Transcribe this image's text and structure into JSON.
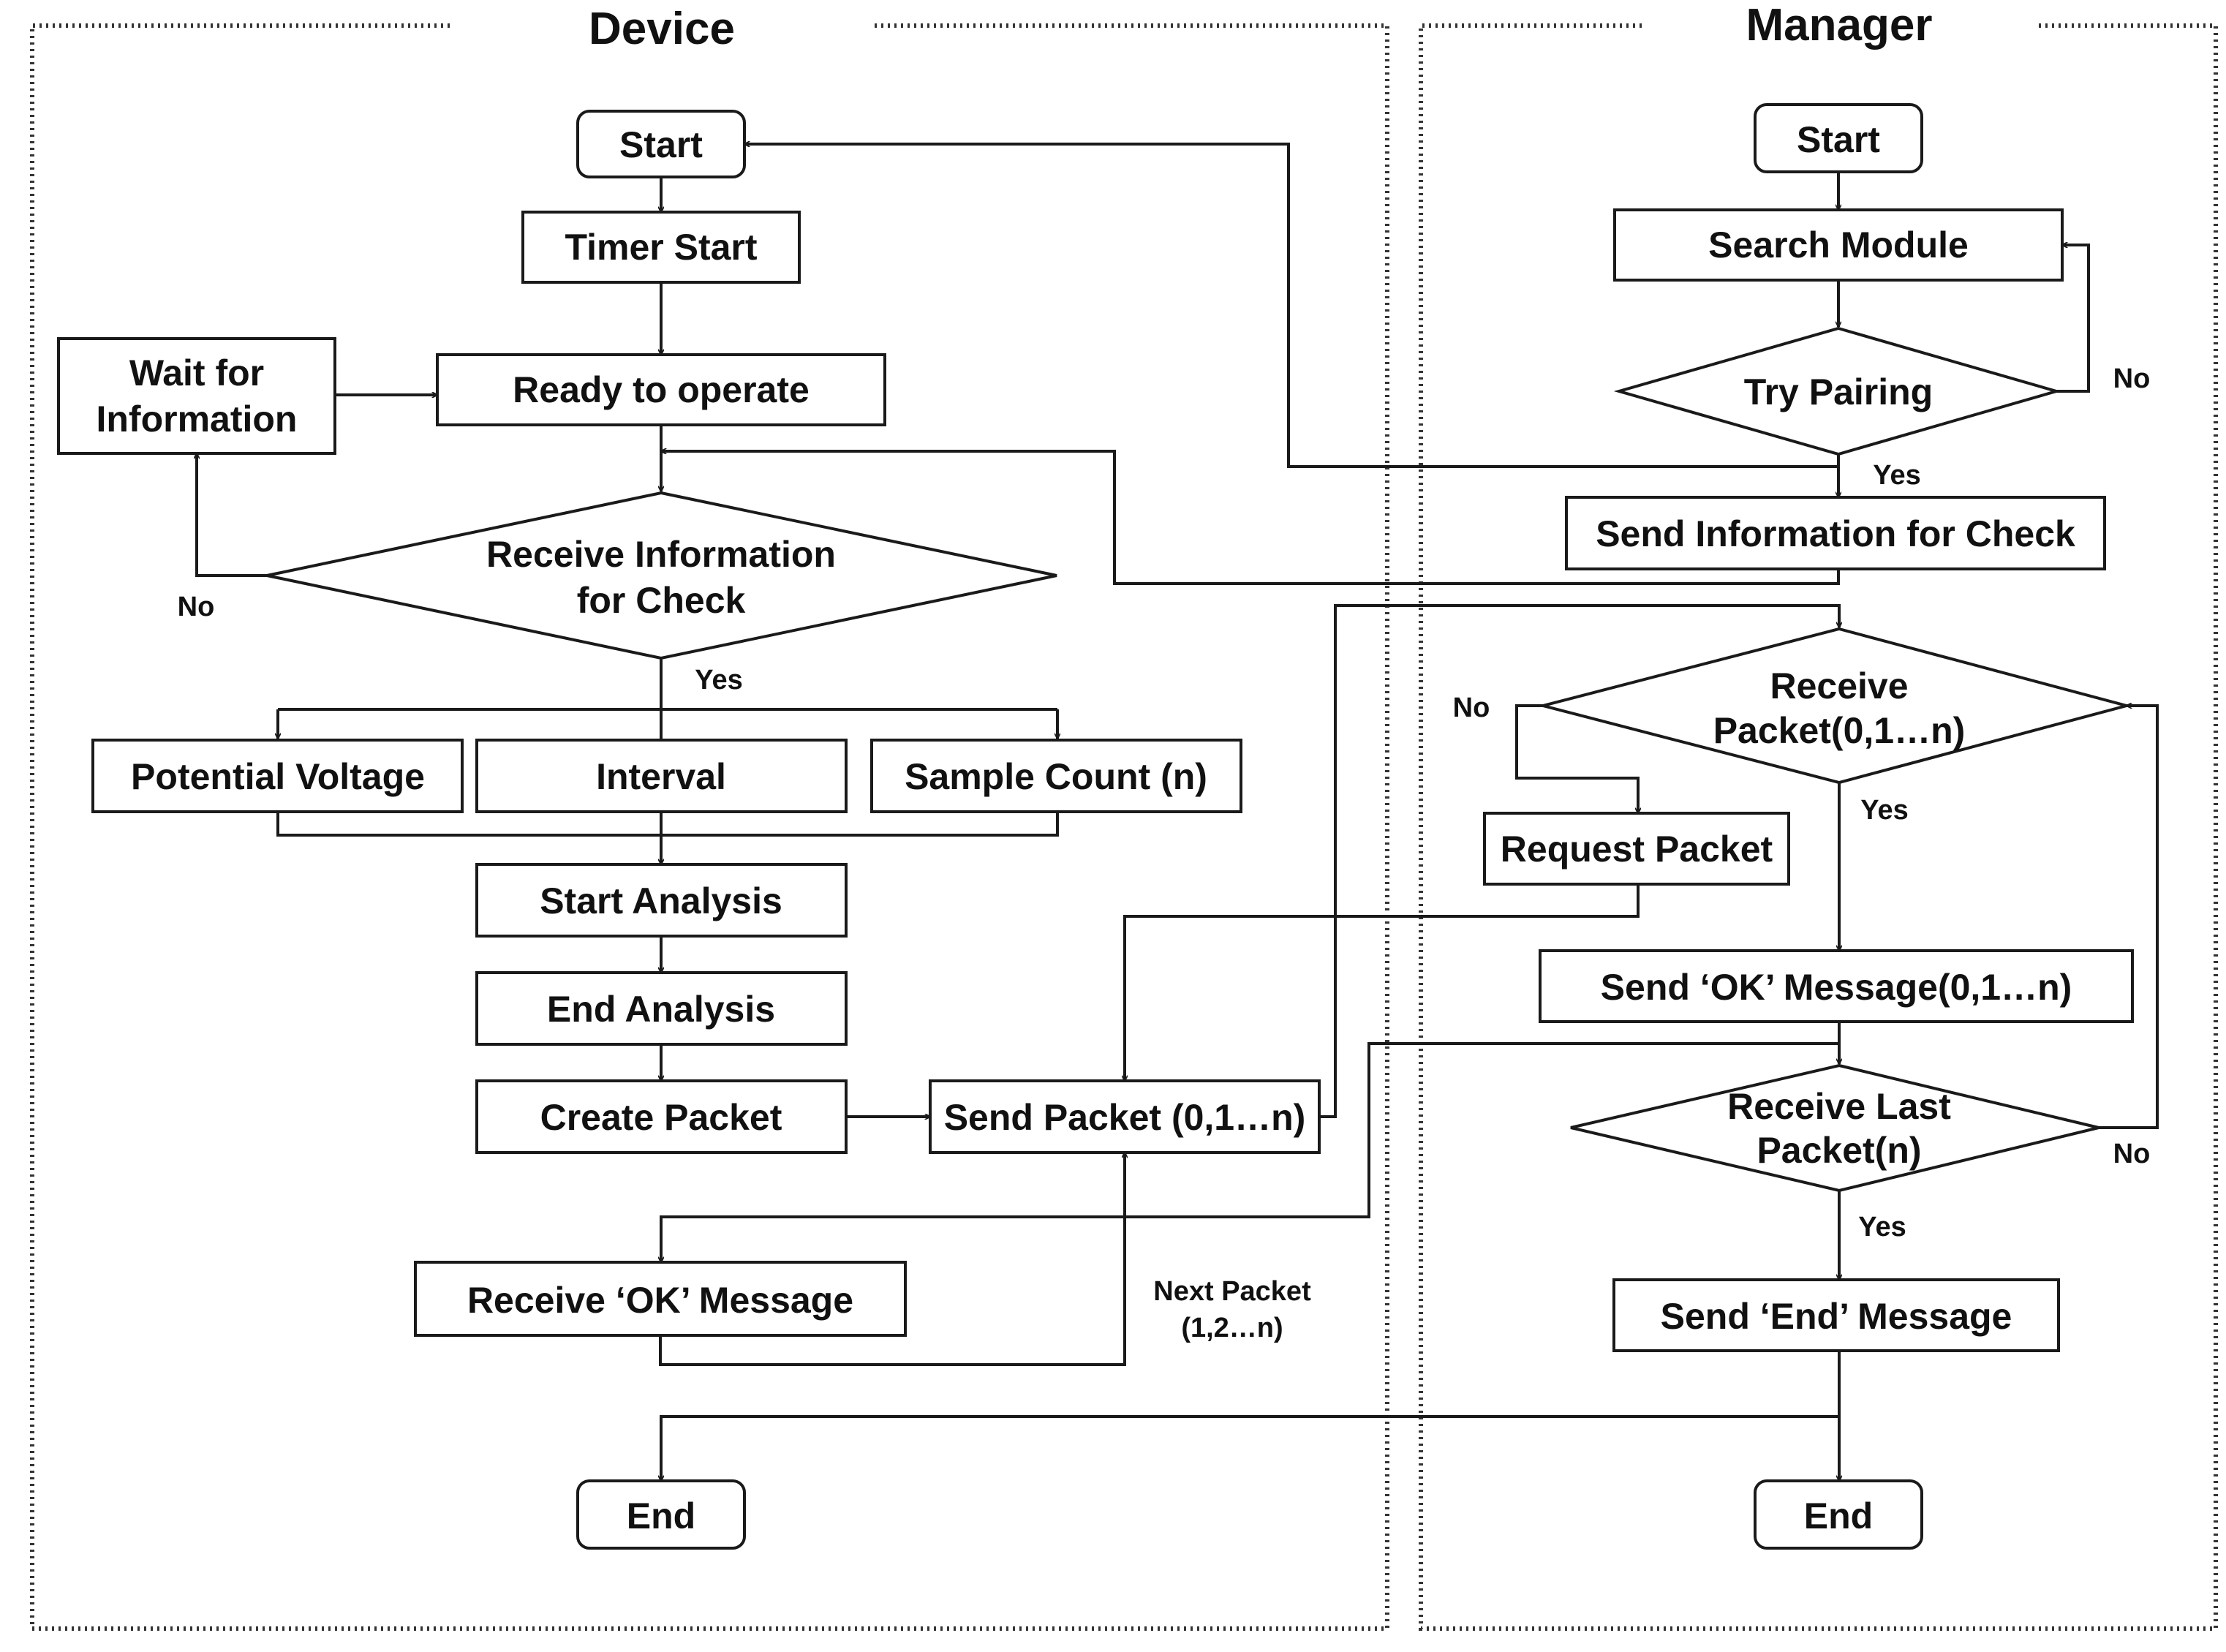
{
  "lanes": {
    "device": "Device",
    "manager": "Manager"
  },
  "device": {
    "start": "Start",
    "timer_start": "Timer Start",
    "wait_info_line1": "Wait for",
    "wait_info_line2": "Information",
    "ready": "Ready to operate",
    "receive_info_line1": "Receive Information",
    "receive_info_line2": "for Check",
    "no": "No",
    "yes": "Yes",
    "potential_voltage": "Potential Voltage",
    "interval": "Interval",
    "sample_count": "Sample Count (n)",
    "start_analysis": "Start Analysis",
    "end_analysis": "End Analysis",
    "create_packet": "Create Packet",
    "send_packet": "Send Packet (0,1…n)",
    "receive_ok": "Receive ‘OK’ Message",
    "next_packet_line1": "Next Packet",
    "next_packet_line2": "(1,2…n)",
    "end": "End"
  },
  "manager": {
    "start": "Start",
    "search_module": "Search Module",
    "try_pairing": "Try Pairing",
    "no_pairing": "No",
    "yes_pairing": "Yes",
    "send_info": "Send Information for Check",
    "receive_packet_line1": "Receive",
    "receive_packet_line2": "Packet(0,1…n)",
    "no_receive": "No",
    "yes_receive": "Yes",
    "request_packet": "Request Packet",
    "send_ok": "Send ‘OK’ Message(0,1…n)",
    "receive_last_line1": "Receive Last",
    "receive_last_line2": "Packet(n)",
    "no_last": "No",
    "yes_last": "Yes",
    "send_end": "Send ‘End’ Message",
    "end": "End"
  }
}
